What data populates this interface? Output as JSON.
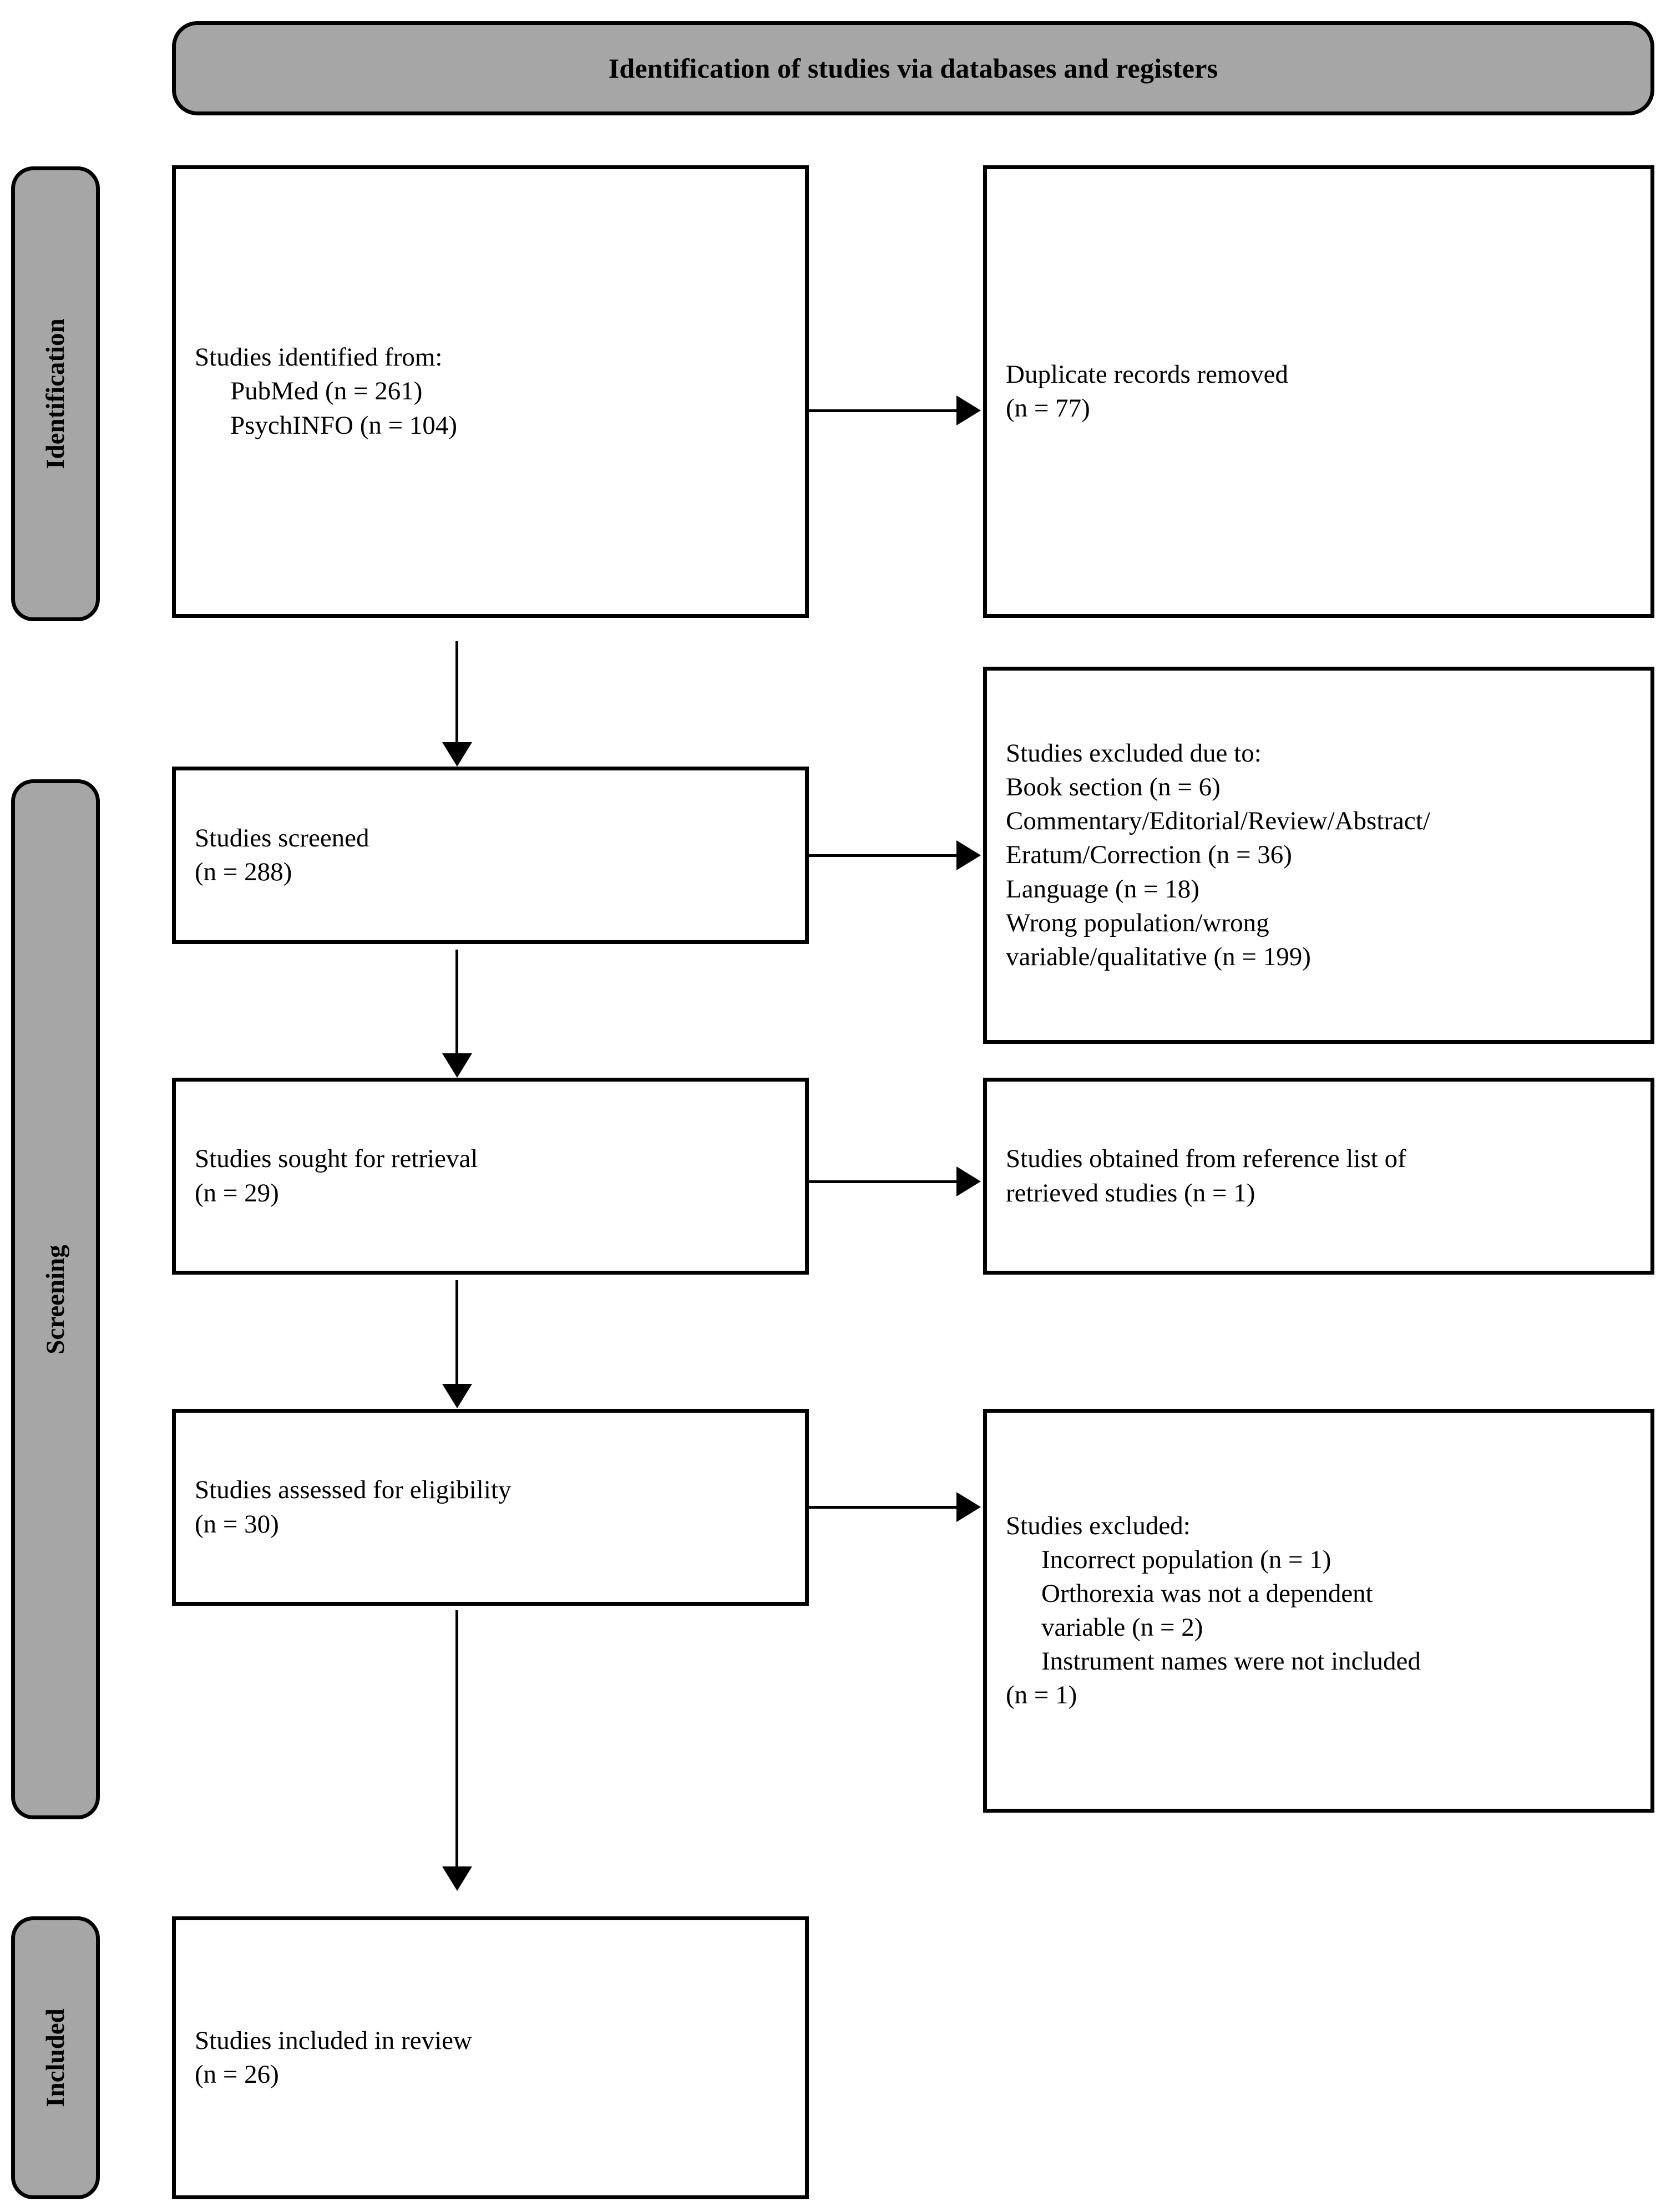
{
  "diagram": {
    "type": "PRISMA flow diagram",
    "header": {
      "title": "Identification of studies via databases and registers"
    },
    "stages": [
      {
        "id": "identification",
        "label": "Identification"
      },
      {
        "id": "screening",
        "label": "Screening"
      },
      {
        "id": "included",
        "label": "Included"
      }
    ],
    "nodes": {
      "identified": {
        "lines": [
          {
            "text": "Studies identified from:",
            "indent": false
          },
          {
            "text": "PubMed (n = 261)",
            "indent": true
          },
          {
            "text": "PsychINFO (n = 104)",
            "indent": true
          }
        ]
      },
      "duplicates_removed": {
        "lines": [
          {
            "text": "Duplicate records removed",
            "indent": false
          },
          {
            "text": "(n = 77)",
            "indent": false
          }
        ]
      },
      "screened": {
        "lines": [
          {
            "text": "Studies screened",
            "indent": false
          },
          {
            "text": "(n = 288)",
            "indent": false
          }
        ]
      },
      "excluded_screening": {
        "lines": [
          {
            "text": "Studies excluded due to:",
            "indent": false
          },
          {
            "text": "Book section (n = 6)",
            "indent": false
          },
          {
            "text": "Commentary/Editorial/Review/Abstract/",
            "indent": false
          },
          {
            "text": "Eratum/Correction (n = 36)",
            "indent": false
          },
          {
            "text": "Language (n = 18)",
            "indent": false
          },
          {
            "text": "Wrong population/wrong",
            "indent": false
          },
          {
            "text": "variable/qualitative (n = 199)",
            "indent": false
          }
        ]
      },
      "sought_retrieval": {
        "lines": [
          {
            "text": "Studies sought for retrieval",
            "indent": false
          },
          {
            "text": "(n = 29)",
            "indent": false
          }
        ]
      },
      "obtained_reference": {
        "lines": [
          {
            "text": "Studies obtained from reference list of",
            "indent": false
          },
          {
            "text": "retrieved studies (n = 1)",
            "indent": false
          }
        ]
      },
      "assessed_eligibility": {
        "lines": [
          {
            "text": "Studies assessed for eligibility",
            "indent": false
          },
          {
            "text": "(n = 30)",
            "indent": false
          }
        ]
      },
      "excluded_eligibility": {
        "lines": [
          {
            "text": "Studies excluded:",
            "indent": false
          },
          {
            "text": "Incorrect population (n = 1)",
            "indent": true
          },
          {
            "text": "Orthorexia was not a dependent",
            "indent": true
          },
          {
            "text": "variable (n = 2)",
            "indent": true
          },
          {
            "text": "Instrument names were not included",
            "indent": true
          },
          {
            "text": "(n = 1)",
            "indent": false
          }
        ]
      },
      "included_review": {
        "lines": [
          {
            "text": "Studies included in review",
            "indent": false
          },
          {
            "text": "(n = 26)",
            "indent": false
          }
        ]
      }
    },
    "colors": {
      "banner_fill": "#a6a6a6",
      "box_fill": "#ffffff",
      "stroke": "#000000",
      "text": "#000000"
    }
  }
}
